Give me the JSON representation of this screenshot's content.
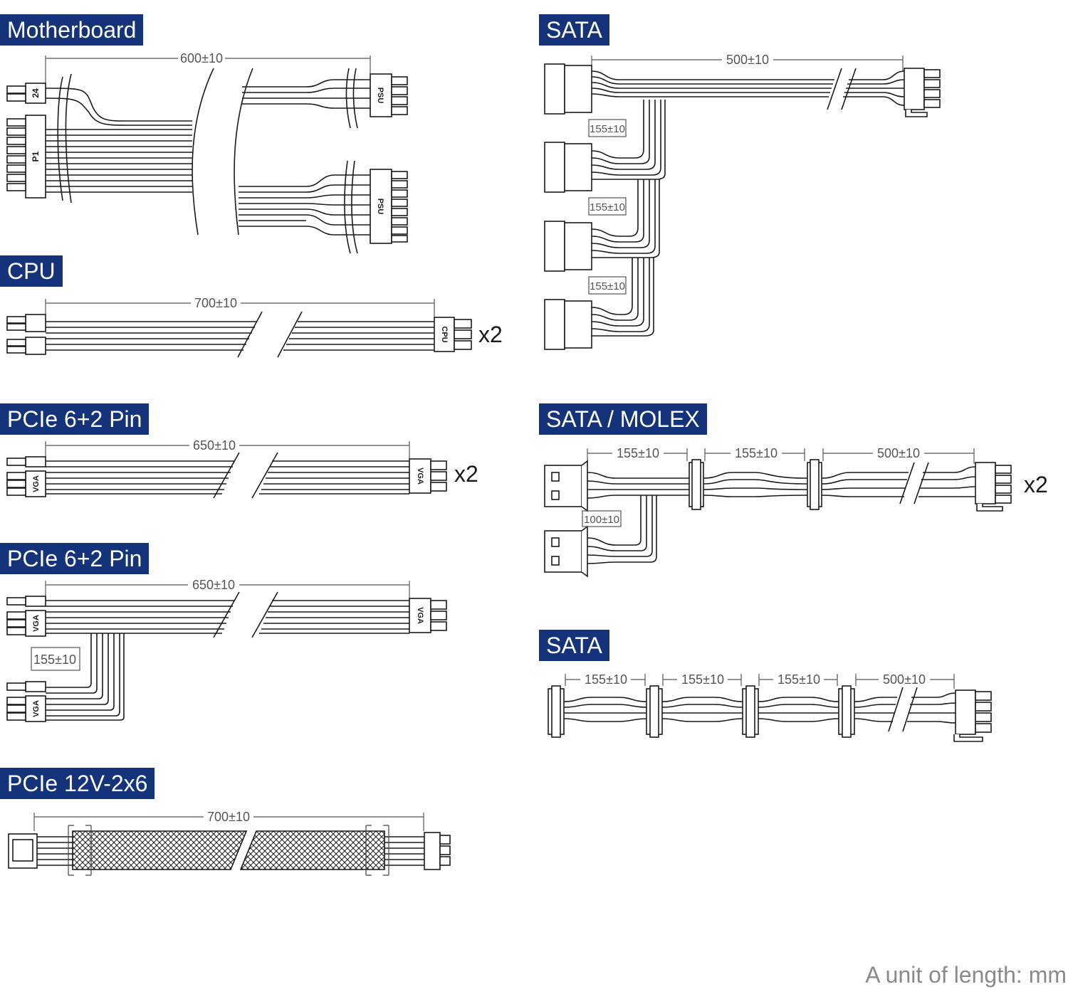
{
  "sections": {
    "motherboard": {
      "title": "Motherboard",
      "length": "600±10",
      "plug_24": "24",
      "plug_p1": "P1",
      "psu_a": "PSU",
      "psu_b": "PSU"
    },
    "cpu": {
      "title": "CPU",
      "length": "700±10",
      "plug": "CPU",
      "multiplier": "x2"
    },
    "pcie_a": {
      "title": "PCIe 6+2 Pin",
      "length": "650±10",
      "plug_left": "VGA",
      "plug_right": "VGA",
      "multiplier": "x2"
    },
    "pcie_b": {
      "title": "PCIe 6+2 Pin",
      "length": "650±10",
      "branch": "155±10",
      "plug_left": "VGA",
      "plug_right": "VGA",
      "plug_branch": "VGA"
    },
    "pcie_12v": {
      "title": "PCIe 12V-2x6",
      "length": "700±10"
    },
    "sata_a": {
      "title": "SATA",
      "length": "500±10",
      "branches": [
        "155±10",
        "155±10",
        "155±10"
      ]
    },
    "sata_molex": {
      "title": "SATA / MOLEX",
      "segments": [
        "155±10",
        "155±10",
        "500±10"
      ],
      "branch": "100±10",
      "multiplier": "x2"
    },
    "sata_b": {
      "title": "SATA",
      "segments": [
        "155±10",
        "155±10",
        "155±10",
        "500±10"
      ]
    }
  },
  "footnote": "A unit of length: mm",
  "colors": {
    "label_bg": "#14337a",
    "label_text": "#ffffff",
    "line": "#1a1a1a",
    "dim": "#555555",
    "footnote": "#8a8a8a"
  }
}
